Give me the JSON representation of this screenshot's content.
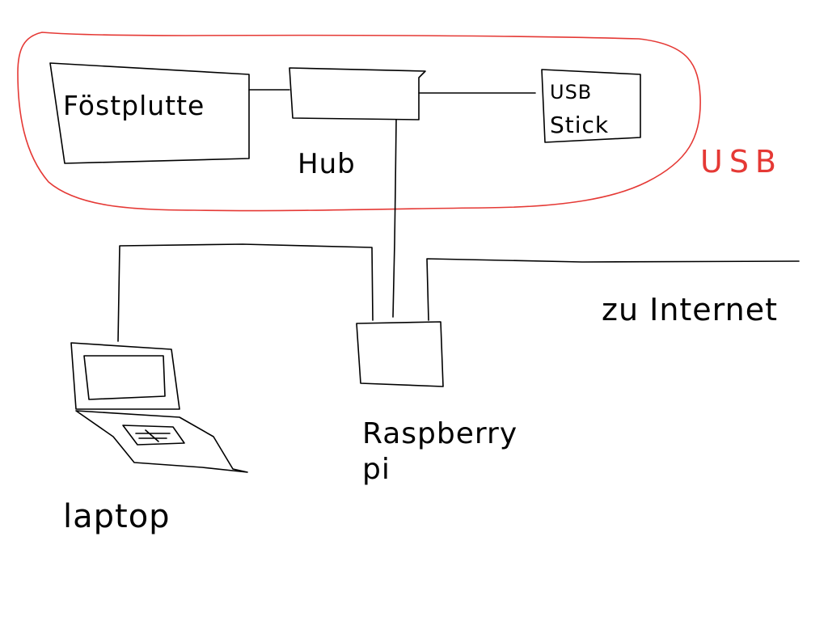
{
  "colors": {
    "ink": "#000000",
    "usb_group": "#e53935",
    "background": "#ffffff"
  },
  "labels": {
    "festplatte": "Föstplutte",
    "hub": "Hub",
    "usb_stick_line1": "USB",
    "usb_stick_line2": "Stick",
    "usb_group": "USB",
    "internet": "zu Internet",
    "raspberry_line1": "Raspberry",
    "raspberry_line2": "pi",
    "laptop": "laptop"
  }
}
